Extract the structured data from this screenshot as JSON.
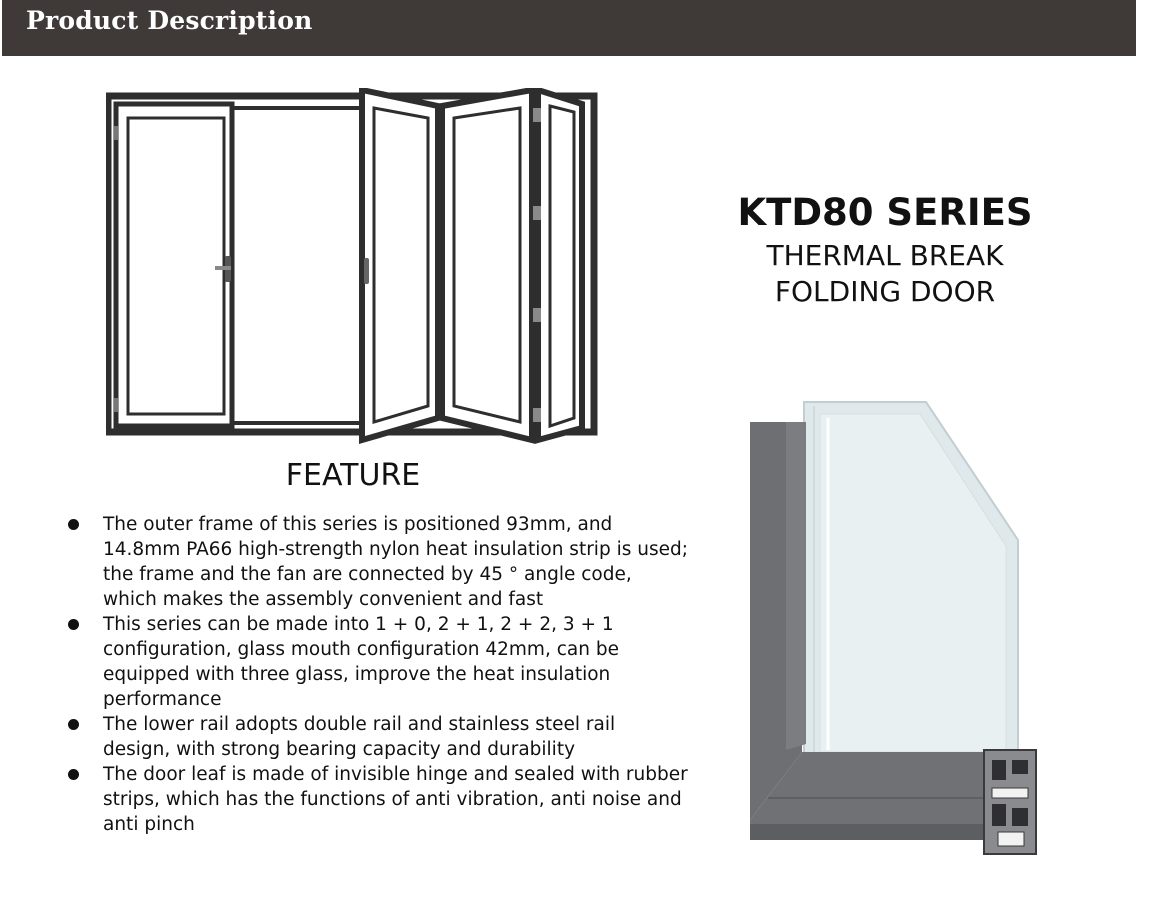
{
  "header": {
    "title": "Product Description"
  },
  "feature": {
    "heading": "FEATURE",
    "items": [
      "The outer frame of this series is positioned 93mm, and 14.8mm PA66 high-strength nylon heat insulation strip is used; the frame and the fan are connected by 45 ° angle code, which makes the assembly convenient and fast",
      "This series can be made into 1 + 0, 2 + 1, 2 + 2, 3 + 1 configuration, glass mouth configuration 42mm, can be equipped with three glass, improve the heat insulation performance",
      "The lower rail adopts double rail and stainless steel rail design, with strong bearing capacity and durability",
      "The door leaf is made of invisible hinge and sealed with rubber strips, which has the functions of anti vibration, anti noise and anti pinch"
    ]
  },
  "series": {
    "title": "KTD80 SERIES",
    "subtitle_line1": "THERMAL BREAK",
    "subtitle_line2": "FOLDING DOOR"
  },
  "colors": {
    "header_bg": "#3f3a38",
    "frame": "#2e2e2e",
    "profile": "#6e6f72"
  }
}
